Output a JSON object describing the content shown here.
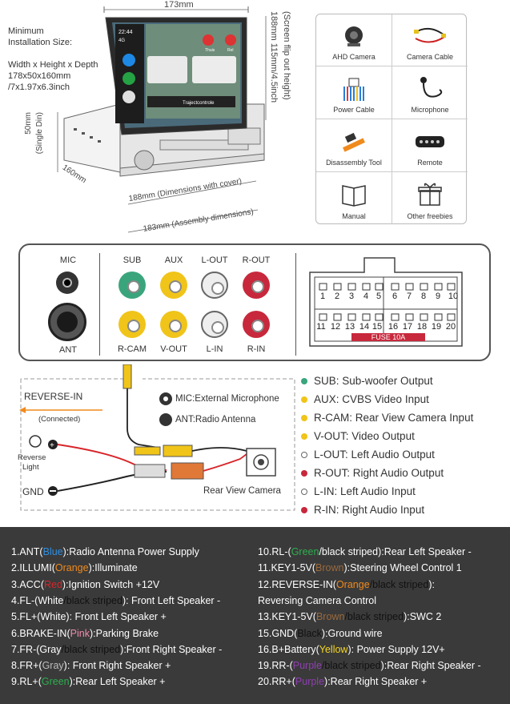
{
  "install": {
    "min_title_1": "Minimum",
    "min_title_2": "Installation Size:",
    "dims_1": "Width x Height x Depth",
    "dims_2": "178x50x160mm",
    "dims_3": "/7x1.97x6.3inch",
    "top_width": "173mm",
    "right_height": "188mm 115mm/4.5inch",
    "right_height_sub": "(Screen flip out height)",
    "left_height": "50mm",
    "left_height_sub": "(Single Din)",
    "depth": "160mm",
    "cover_dim": "188mm (Dimensions with cover)",
    "assembly_dim": "183mm (Assembly dimensions)",
    "screen_time": "22:44",
    "screen_net": "4G",
    "screen_app1": "Thuis",
    "screen_app2": "Rel",
    "screen_label": "Trajectcontrole"
  },
  "accessories": [
    {
      "label": "AHD Camera",
      "icon": "camera-icon"
    },
    {
      "label": "Camera Cable",
      "icon": "cable-icon"
    },
    {
      "label": "Power Cable",
      "icon": "power-cable-icon"
    },
    {
      "label": "Microphone",
      "icon": "microphone-icon"
    },
    {
      "label": "Disassembly Tool",
      "icon": "tool-icon"
    },
    {
      "label": "Remote",
      "icon": "remote-icon"
    },
    {
      "label": "Manual",
      "icon": "book-icon"
    },
    {
      "label": "Other freebies",
      "icon": "gift-icon"
    }
  ],
  "panel": {
    "mic": "MIC",
    "ant": "ANT",
    "sub": "SUB",
    "aux": "AUX",
    "lout": "L-OUT",
    "rout": "R-OUT",
    "rcam": "R-CAM",
    "vout": "V-OUT",
    "lin": "L-IN",
    "rin": "R-IN",
    "fuse": "FUSE 10A",
    "pins_top": [
      "1",
      "2",
      "3",
      "4",
      "5",
      "6",
      "7",
      "8",
      "9",
      "10"
    ],
    "pins_bottom": [
      "11",
      "12",
      "13",
      "14",
      "15",
      "16",
      "17",
      "18",
      "19",
      "20"
    ]
  },
  "wiring": {
    "reverse_in": "REVERSE-IN",
    "connected": "(Connected)",
    "reverse_light_1": "Reverse",
    "reverse_light_2": "Light",
    "gnd": "GND",
    "mic_note": "MIC:External Microphone",
    "ant_note": "ANT:Radio Antenna",
    "rear_camera": "Rear View Camera"
  },
  "legend": [
    {
      "key": "SUB:",
      "text": " Sub-woofer Output",
      "color": "#3aa57c"
    },
    {
      "key": "AUX:",
      "text": " CVBS Video Input",
      "color": "#f0c419"
    },
    {
      "key": "R-CAM:",
      "text": " Rear View Camera Input",
      "color": "#f0c419"
    },
    {
      "key": "V-OUT:",
      "text": " Video Output",
      "color": "#f0c419"
    },
    {
      "key": "L-OUT:",
      "text": " Left Audio Output",
      "color": "#ffffff"
    },
    {
      "key": "R-OUT:",
      "text": " Right Audio Output",
      "color": "#c8283c"
    },
    {
      "key": "L-IN:",
      "text": " Left Audio Input",
      "color": "#ffffff"
    },
    {
      "key": "R-IN:",
      "text": " Right Audio Input",
      "color": "#c8283c"
    }
  ],
  "pinout_left": [
    [
      [
        "1.ANT(",
        "#fff"
      ],
      [
        "Blue",
        "#2f8fe0"
      ],
      [
        "):Radio Antenna Power Supply",
        "#fff"
      ]
    ],
    [
      [
        "2.ILLUMI(",
        "#fff"
      ],
      [
        "Orange",
        "#f08a1c"
      ],
      [
        "):Illuminate",
        "#fff"
      ]
    ],
    [
      [
        "3.ACC(",
        "#fff"
      ],
      [
        "Red",
        "#d8262b"
      ],
      [
        "):Ignition Switch +12V",
        "#fff"
      ]
    ],
    [
      [
        "4.FL-(White",
        "#fff"
      ],
      [
        "/black striped",
        "#111"
      ],
      [
        "): Front Left Speaker -",
        "#fff"
      ]
    ],
    [
      [
        "5.FL+(White): Front Left Speaker +",
        "#fff"
      ]
    ],
    [
      [
        "6.BRAKE-IN(",
        "#fff"
      ],
      [
        "Pink",
        "#f08cb0"
      ],
      [
        "):Parking Brake",
        "#fff"
      ]
    ],
    [
      [
        "7.FR-(Gray",
        "#fff"
      ],
      [
        "/black striped",
        "#111"
      ],
      [
        "):Front Right Speaker -",
        "#fff"
      ]
    ],
    [
      [
        "8.FR+(",
        "#fff"
      ],
      [
        "Gray",
        "#bdbdbd"
      ],
      [
        "): Front Right Speaker +",
        "#fff"
      ]
    ],
    [
      [
        "9.RL+(",
        "#fff"
      ],
      [
        "Green",
        "#2fae4f"
      ],
      [
        "):Rear Left Speaker +",
        "#fff"
      ]
    ]
  ],
  "pinout_right": [
    [
      [
        "10.RL-(",
        "#fff"
      ],
      [
        "Green",
        "#2fae4f"
      ],
      [
        "/black striped):Rear Left Speaker -",
        "#fff"
      ]
    ],
    [
      [
        "11.KEY1-5V(",
        "#fff"
      ],
      [
        "Brown",
        "#9a6a3c"
      ],
      [
        "):Steering Wheel Control 1",
        "#fff"
      ]
    ],
    [
      [
        "12.REVERSE-IN(",
        "#fff"
      ],
      [
        "Orange",
        "#f08a1c"
      ],
      [
        "/black striped",
        "#111"
      ],
      [
        "):",
        "#fff"
      ]
    ],
    [
      [
        "     Reversing Camera Control",
        "#fff"
      ]
    ],
    [
      [
        "13.KEY1-5V(",
        "#fff"
      ],
      [
        "Brown",
        "#9a6a3c"
      ],
      [
        "/black striped",
        "#111"
      ],
      [
        "):SWC 2",
        "#fff"
      ]
    ],
    [
      [
        "15.GND(",
        "#fff"
      ],
      [
        "Black",
        "#111"
      ],
      [
        "):Ground wire",
        "#fff"
      ]
    ],
    [
      [
        "16.B+Battery(",
        "#fff"
      ],
      [
        "Yellow",
        "#f5d623"
      ],
      [
        "): Power Supply 12V+",
        "#fff"
      ]
    ],
    [
      [
        "19.RR-(",
        "#fff"
      ],
      [
        "Purple",
        "#8e3fb0"
      ],
      [
        "/black striped",
        "#111"
      ],
      [
        "):Rear Right Speaker -",
        "#fff"
      ]
    ],
    [
      [
        "20.RR+(",
        "#fff"
      ],
      [
        "Purple",
        "#8e3fb0"
      ],
      [
        "):Rear Right Speaker +",
        "#fff"
      ]
    ]
  ]
}
